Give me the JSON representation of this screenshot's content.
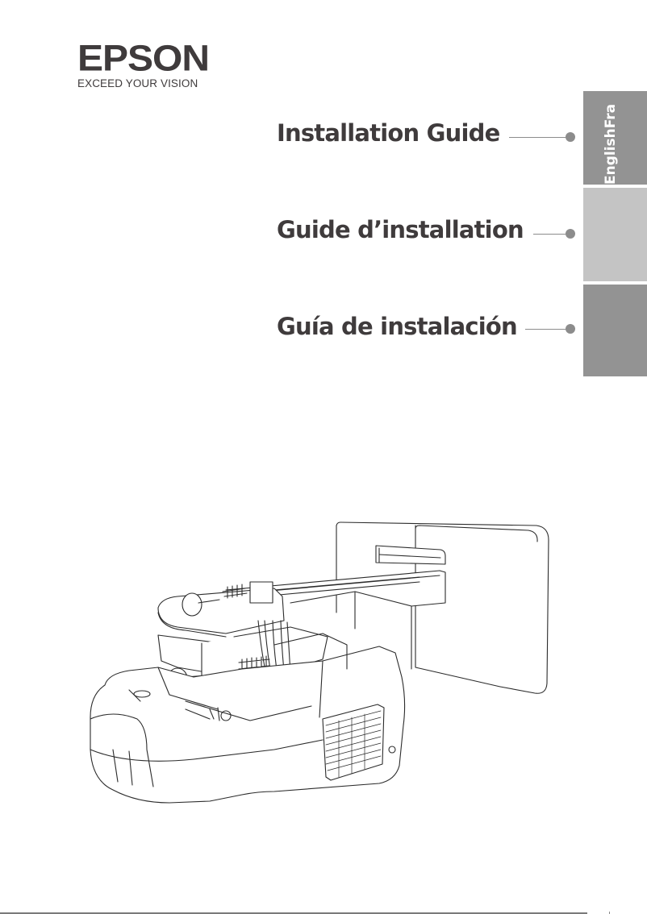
{
  "logo": {
    "brand": "EPSON",
    "tagline": "EXCEED YOUR VISION"
  },
  "titles": [
    {
      "label": "Installation Guide",
      "language": "English"
    },
    {
      "label": "Guide d’installation",
      "language": "French"
    },
    {
      "label": "Guía de instalación",
      "language": "Spanish"
    }
  ],
  "side_tabs": [
    {
      "label": "EnglishFra",
      "color": "#939393"
    },
    {
      "label": "",
      "color": "#c4c4c4"
    },
    {
      "label": "",
      "color": "#939393"
    }
  ],
  "illustration": {
    "subject": "projector-with-wall-mount-arm",
    "style": "line-drawing"
  },
  "colors": {
    "text": "#3f3b3c",
    "connector": "#8c8c8c",
    "tab_dark": "#939393",
    "tab_light": "#c4c4c4"
  }
}
